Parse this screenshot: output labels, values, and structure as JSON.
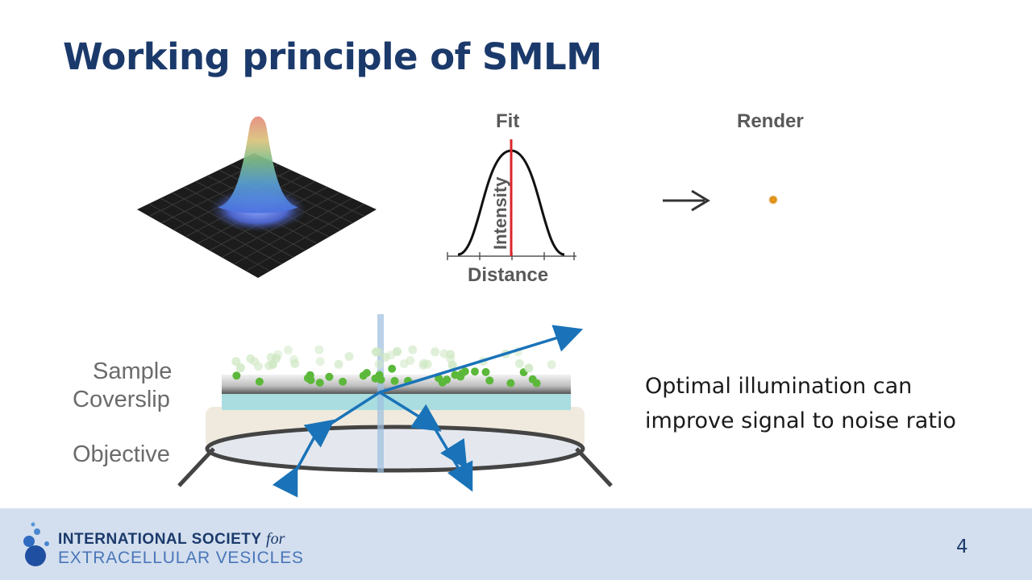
{
  "slide": {
    "title": "Working principle of SMLM",
    "page_number": "4"
  },
  "fit_panel": {
    "title": "Fit",
    "y_axis_label": "Intensity",
    "x_axis_label": "Distance"
  },
  "render_panel": {
    "title": "Render"
  },
  "illumination_diagram": {
    "labels": {
      "sample": "Sample",
      "coverslip": "Coverslip",
      "objective": "Objective"
    }
  },
  "note": {
    "line1": "Optimal illumination can",
    "line2": "improve signal to noise ratio"
  },
  "footer": {
    "org_line1": "INTERNATIONAL SOCIETY",
    "org_line1_suffix": "for",
    "org_line2": "EXTRACELLULAR VESICLES"
  },
  "colors": {
    "title": "#1b3a6b",
    "beam": "#1a73b8",
    "fit_line": "#d9262c",
    "footer_bg": "#d3dfef",
    "fluorophore": "#5cb83a"
  }
}
